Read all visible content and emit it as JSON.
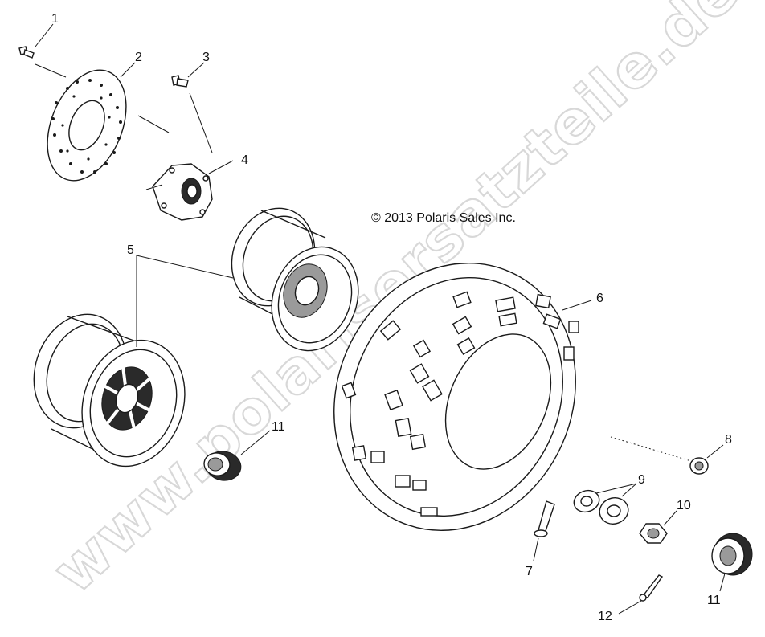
{
  "copyright": "© 2013 Polaris Sales Inc.",
  "watermark": "www.polarisersatzteile.de",
  "callouts": {
    "c1": "1",
    "c2": "2",
    "c3": "3",
    "c4": "4",
    "c5": "5",
    "c6": "6",
    "c7": "7",
    "c8": "8",
    "c9": "9",
    "c10": "10",
    "c11a": "11",
    "c11b": "11",
    "c12": "12"
  },
  "colors": {
    "line": "#1a1a1a",
    "watermark_outline": "#d8d8d8",
    "background": "#ffffff"
  }
}
